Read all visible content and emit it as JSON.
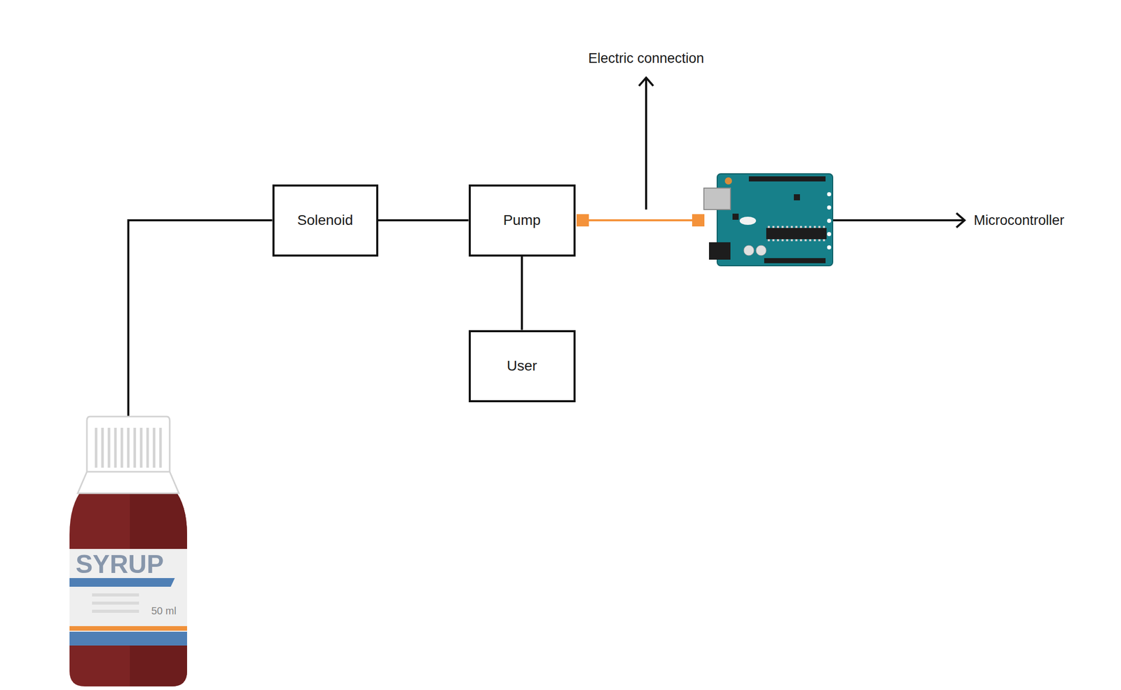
{
  "diagram": {
    "nodes": [
      {
        "text": [
          "Solenoid"
        ]
      },
      {
        "text": [
          "Pump"
        ]
      },
      {
        "text": [
          "User"
        ]
      },
      {
        "text": [
          "SYRUP",
          "50 ml"
        ]
      }
    ],
    "edges": [
      {
        "from": 3,
        "to": 0,
        "arrow": "none"
      },
      {
        "from": 0,
        "to": 1,
        "arrow": "none"
      },
      {
        "from": 1,
        "to": 2,
        "arrow": "none"
      }
    ],
    "labels": [
      "Electric connection",
      "Microcontroller"
    ]
  }
}
